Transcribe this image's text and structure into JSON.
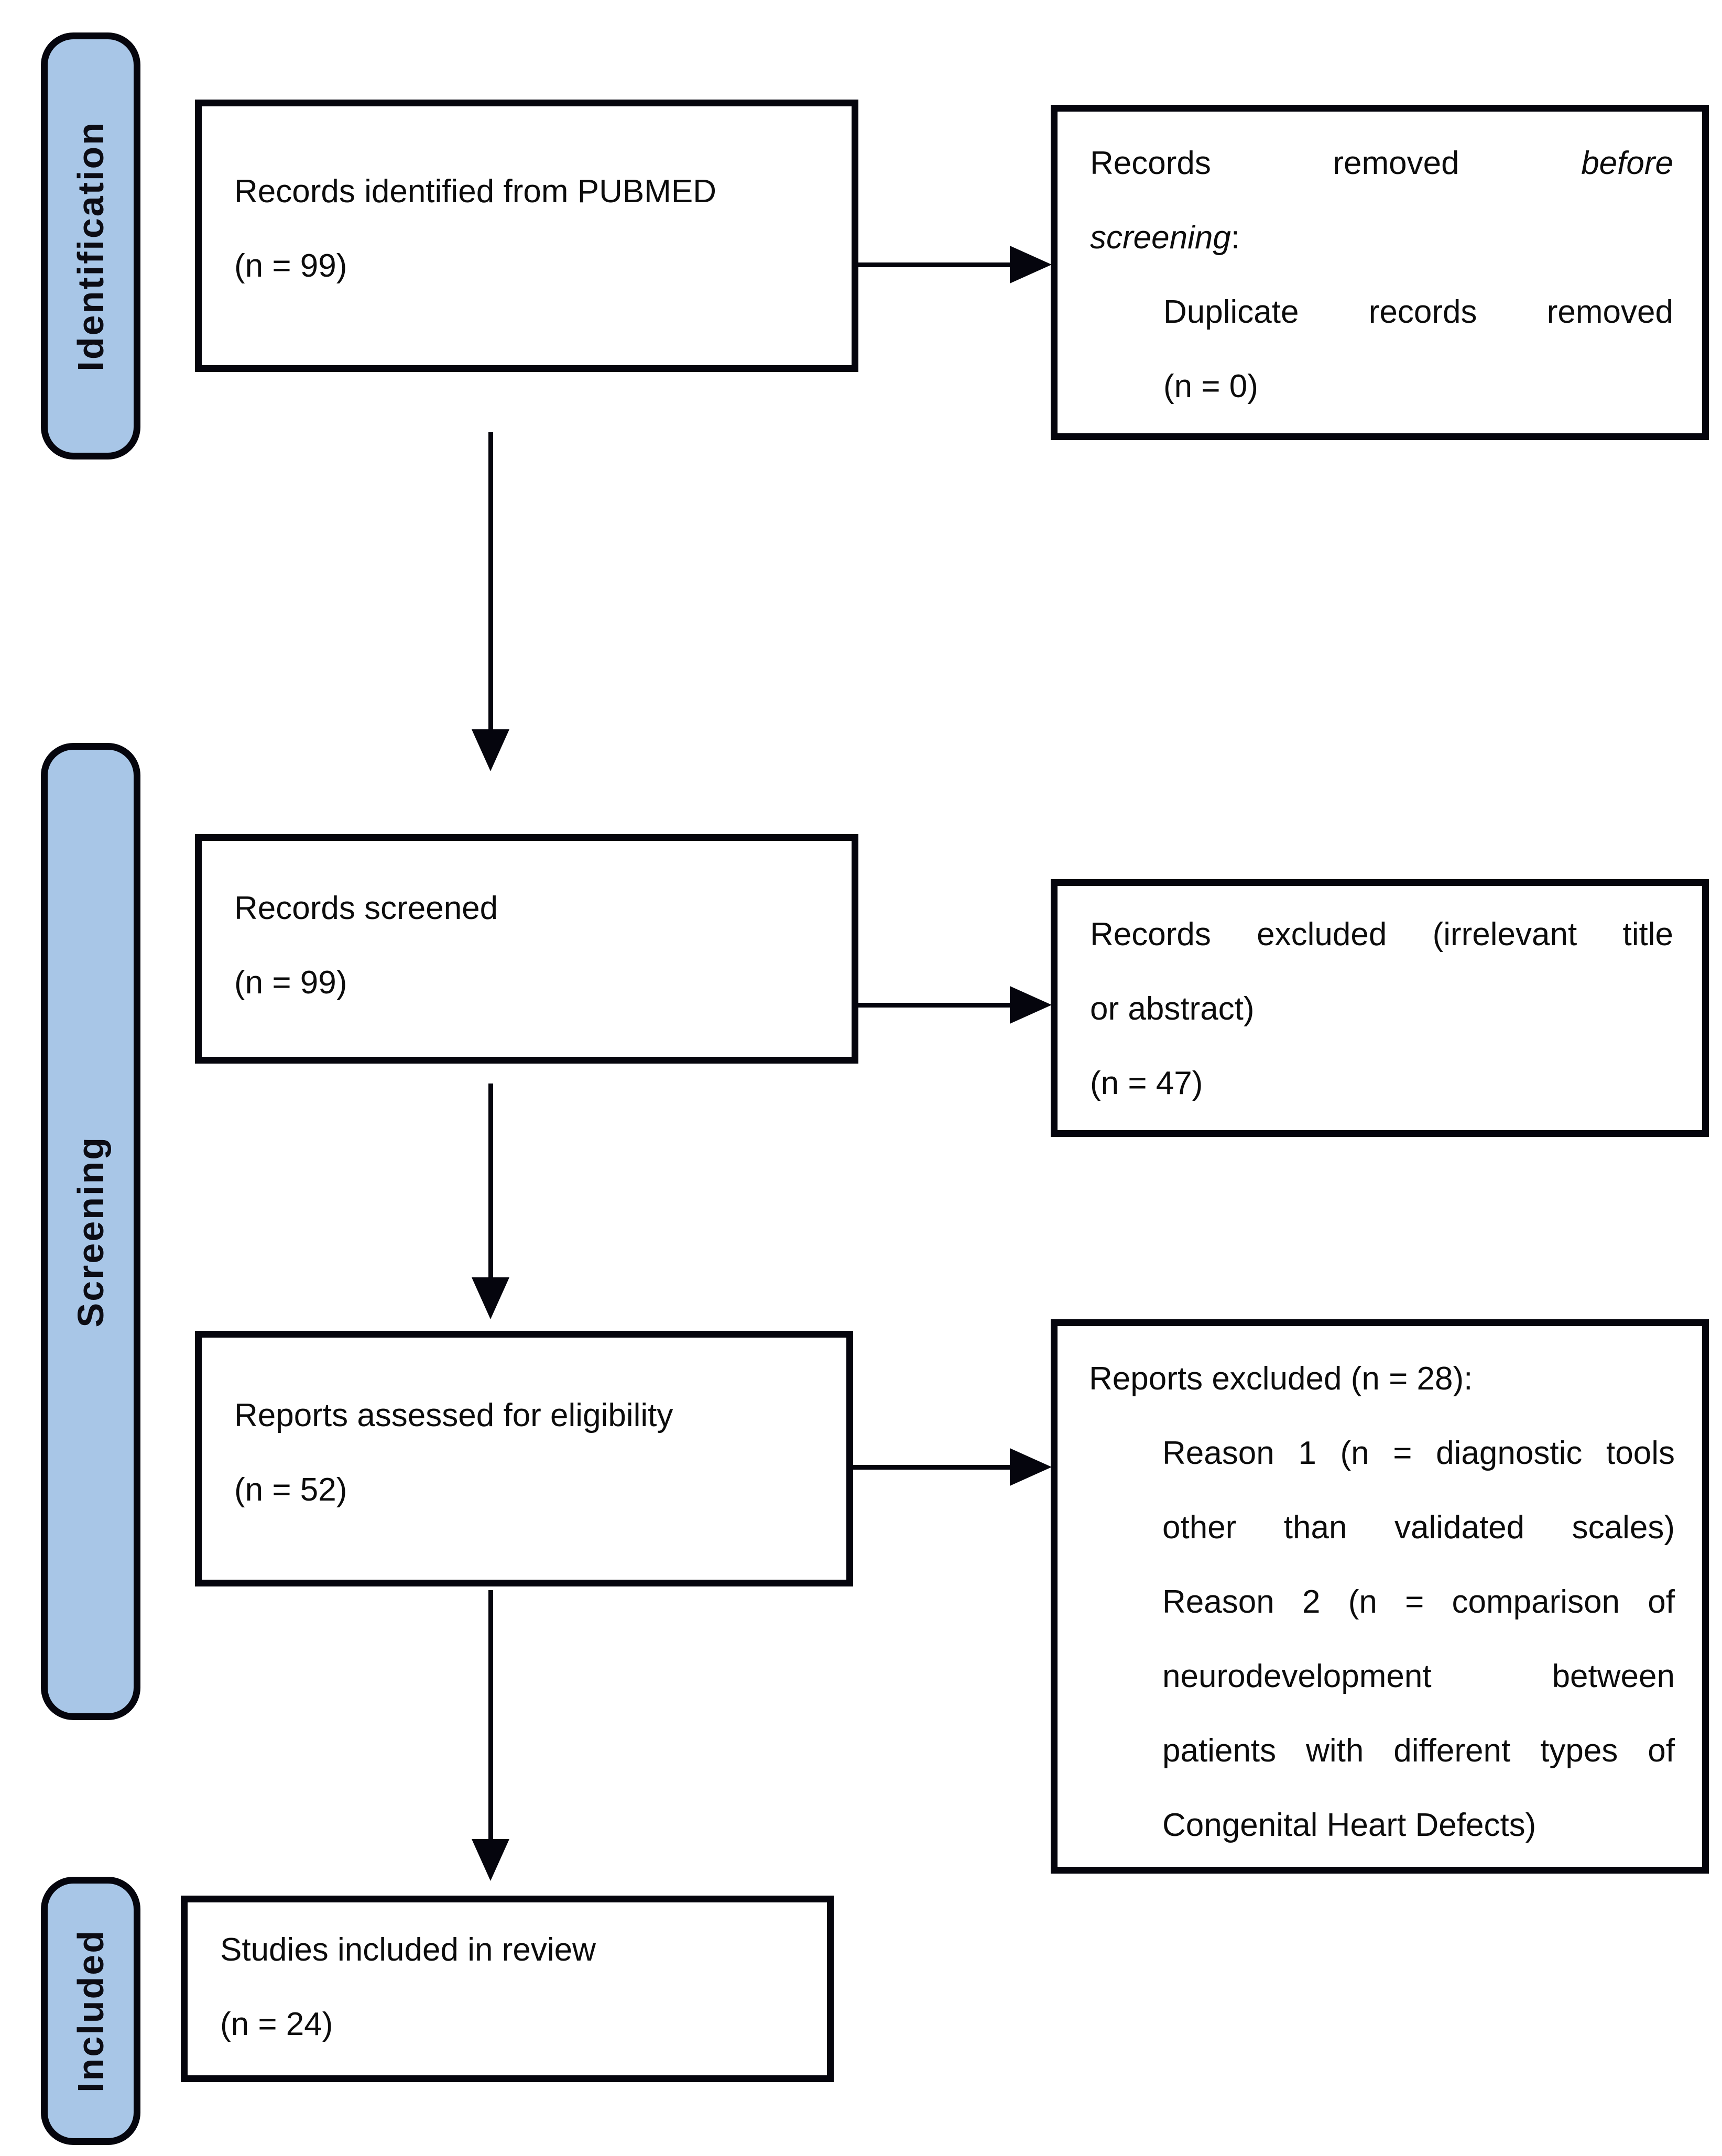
{
  "palette": {
    "stage_fill": "#a8c6e7",
    "line_color": "#05050d",
    "background": "#ffffff"
  },
  "stages": [
    {
      "label": "Identification"
    },
    {
      "label": "Screening"
    },
    {
      "label": "Included"
    }
  ],
  "boxes": {
    "records_identified": {
      "line1": "Records identified from PUBMED",
      "line2": "(n = 99)"
    },
    "records_removed": {
      "l1a": "Records removed",
      "l1b": "before",
      "l2a": "screening",
      "l2b": ":",
      "l3": "Duplicate records removed",
      "l4": "(n = 0)"
    },
    "records_screened": {
      "line1": "Records screened",
      "line2": "(n = 99)"
    },
    "records_excluded": {
      "l1": "Records excluded (irrelevant title",
      "l2": "or abstract)",
      "l3": "(n = 47)"
    },
    "reports_assessed": {
      "line1": "Reports assessed for eligibility",
      "line2": "(n = 52)"
    },
    "reports_excluded": {
      "l1": "Reports excluded (n = 28):",
      "l2": "Reason 1 (n = diagnostic tools",
      "l3": "other than validated scales)",
      "l4": "Reason 2 (n = comparison of",
      "l5": "neurodevelopment between",
      "l6": "patients with different types of",
      "l7": "Congenital Heart Defects)"
    },
    "studies_included": {
      "line1": "Studies included in review",
      "line2": "(n = 24)"
    }
  }
}
